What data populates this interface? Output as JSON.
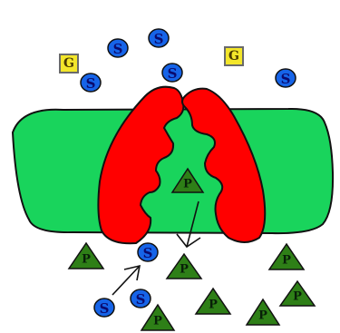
{
  "molecules": {
    "s_label": "S",
    "g_label": "G",
    "p_label": "P"
  },
  "colors": {
    "membrane": "#19d45c",
    "transporter": "#ff0000",
    "s_circle": "#1664e8",
    "g_box": "#f3e62a",
    "p_triangle": "#2e7f17"
  }
}
